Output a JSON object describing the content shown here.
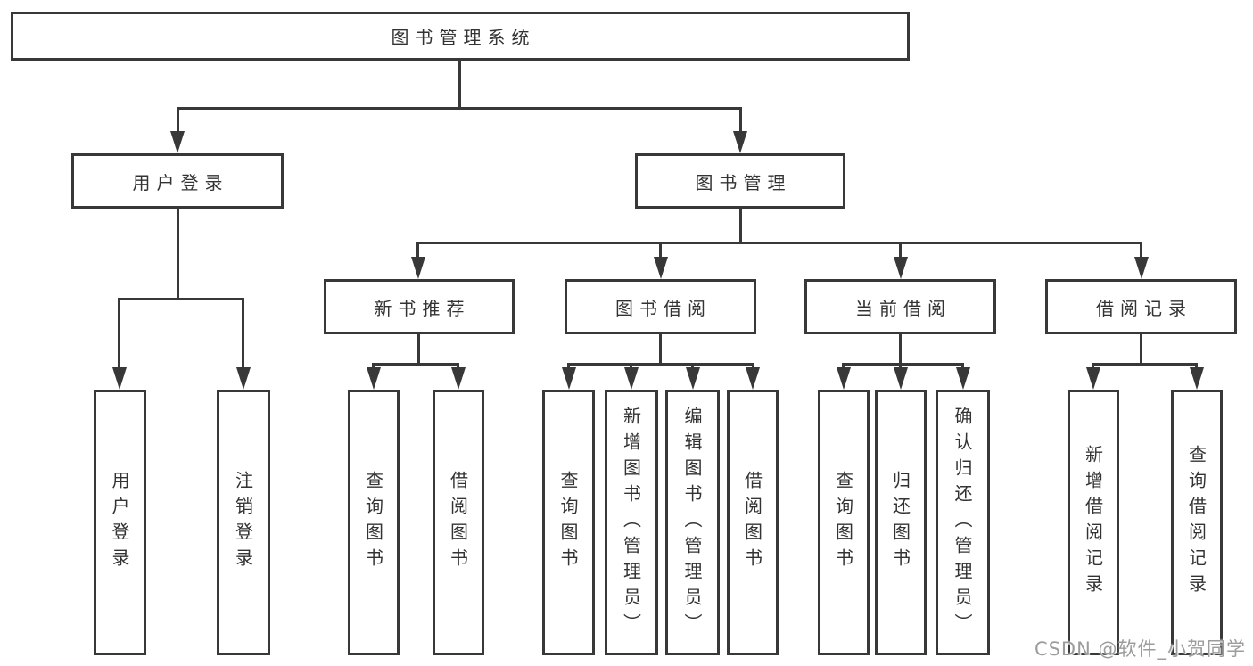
{
  "colors": {
    "line": "#383838",
    "text": "#333333",
    "background": "#ffffff",
    "watermark": "#9c9c9c"
  },
  "tree": {
    "label": "图书管理系统",
    "children": [
      {
        "label": "用户登录",
        "children": [
          {
            "label": "用户登录"
          },
          {
            "label": "注销登录"
          }
        ]
      },
      {
        "label": "图书管理",
        "children": [
          {
            "label": "新书推荐",
            "children": [
              {
                "label": "查询图书"
              },
              {
                "label": "借阅图书"
              }
            ]
          },
          {
            "label": "图书借阅",
            "children": [
              {
                "label": "查询图书"
              },
              {
                "label": "新增图书（管理员）"
              },
              {
                "label": "编辑图书（管理员）"
              },
              {
                "label": "借阅图书"
              }
            ]
          },
          {
            "label": "当前借阅",
            "children": [
              {
                "label": "查询图书"
              },
              {
                "label": "归还图书"
              },
              {
                "label": "确认归还（管理员）"
              }
            ]
          },
          {
            "label": "借阅记录",
            "children": [
              {
                "label": "新增借阅记录"
              },
              {
                "label": "查询借阅记录"
              }
            ]
          }
        ]
      }
    ]
  },
  "watermark": {
    "text": "CSDN @软件_小贺同学"
  }
}
